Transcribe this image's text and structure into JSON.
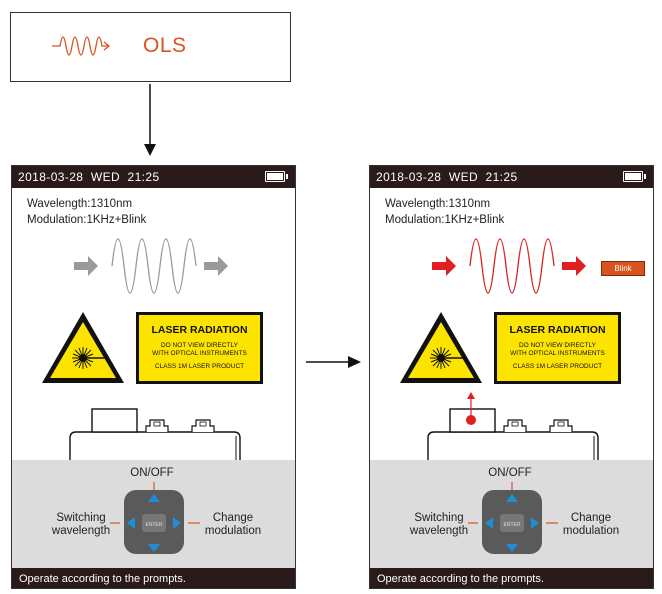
{
  "ols_label": "OLS",
  "screens": [
    {
      "status": {
        "date": "2018-03-28",
        "day": "WED",
        "time": "21:25"
      },
      "wavelength": "Wavelength:1310nm",
      "modulation": "Modulation:1KHz+Blink",
      "sign": {
        "title": "LASER RADIATION",
        "line1": "DO NOT VIEW DIRECTLY",
        "line2": "WITH OPTICAL INSTRUMENTS",
        "line3": "CLASS 1M LASER PRODUCT"
      },
      "controls": {
        "on_off": "ON/OFF",
        "switch_1": "Switching",
        "switch_2": "wavelength",
        "change_1": "Change",
        "change_2": "modulation",
        "enter": "ENTER"
      },
      "footer": "Operate according to the prompts.",
      "wave_color": "#999999"
    },
    {
      "status": {
        "date": "2018-03-28",
        "day": "WED",
        "time": "21:25"
      },
      "wavelength": "Wavelength:1310nm",
      "modulation": "Modulation:1KHz+Blink",
      "blink": "Blink",
      "sign": {
        "title": "LASER RADIATION",
        "line1": "DO NOT VIEW DIRECTLY",
        "line2": "WITH OPTICAL INSTRUMENTS",
        "line3": "CLASS 1M LASER PRODUCT"
      },
      "controls": {
        "on_off": "ON/OFF",
        "switch_1": "Switching",
        "switch_2": "wavelength",
        "change_1": "Change",
        "change_2": "modulation",
        "enter": "ENTER"
      },
      "footer": "Operate according to the prompts.",
      "wave_color": "#e02020"
    }
  ],
  "colors": {
    "accent": "#d9531e",
    "arrow_blue": "#1e8fd6",
    "laser_red": "#e02020",
    "sign_yellow": "#fde400"
  }
}
